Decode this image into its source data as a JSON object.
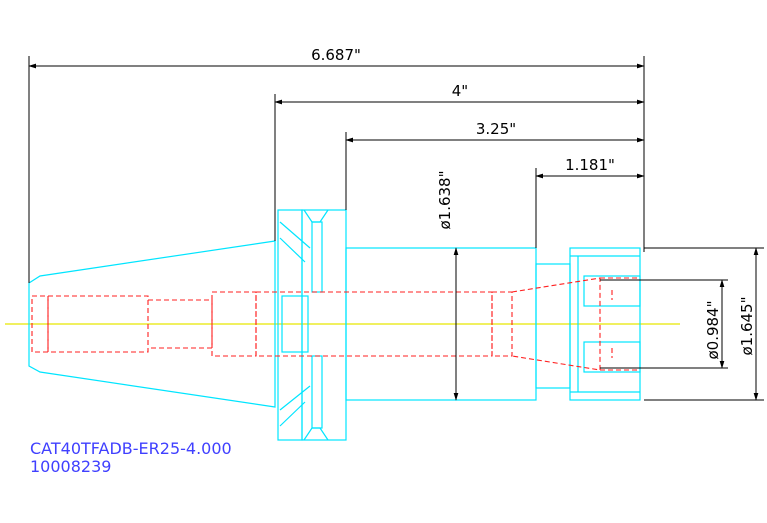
{
  "dimensions": {
    "overall_length": "6.687\"",
    "gauge_length": "4\"",
    "flange_to_nose": "3.25\"",
    "nut_length": "1.181\"",
    "body_diameter": "ø1.638\"",
    "collet_bore_diameter": "ø0.984\"",
    "nut_diameter": "ø1.645\""
  },
  "part": {
    "model": "CAT40TFADB-ER25-4.000",
    "number": "10008239"
  },
  "colors": {
    "outline": "#00e5ff",
    "hidden": "#ff2020",
    "centerline": "#e6e600",
    "dimension": "#000000",
    "label": "#4040ff"
  }
}
